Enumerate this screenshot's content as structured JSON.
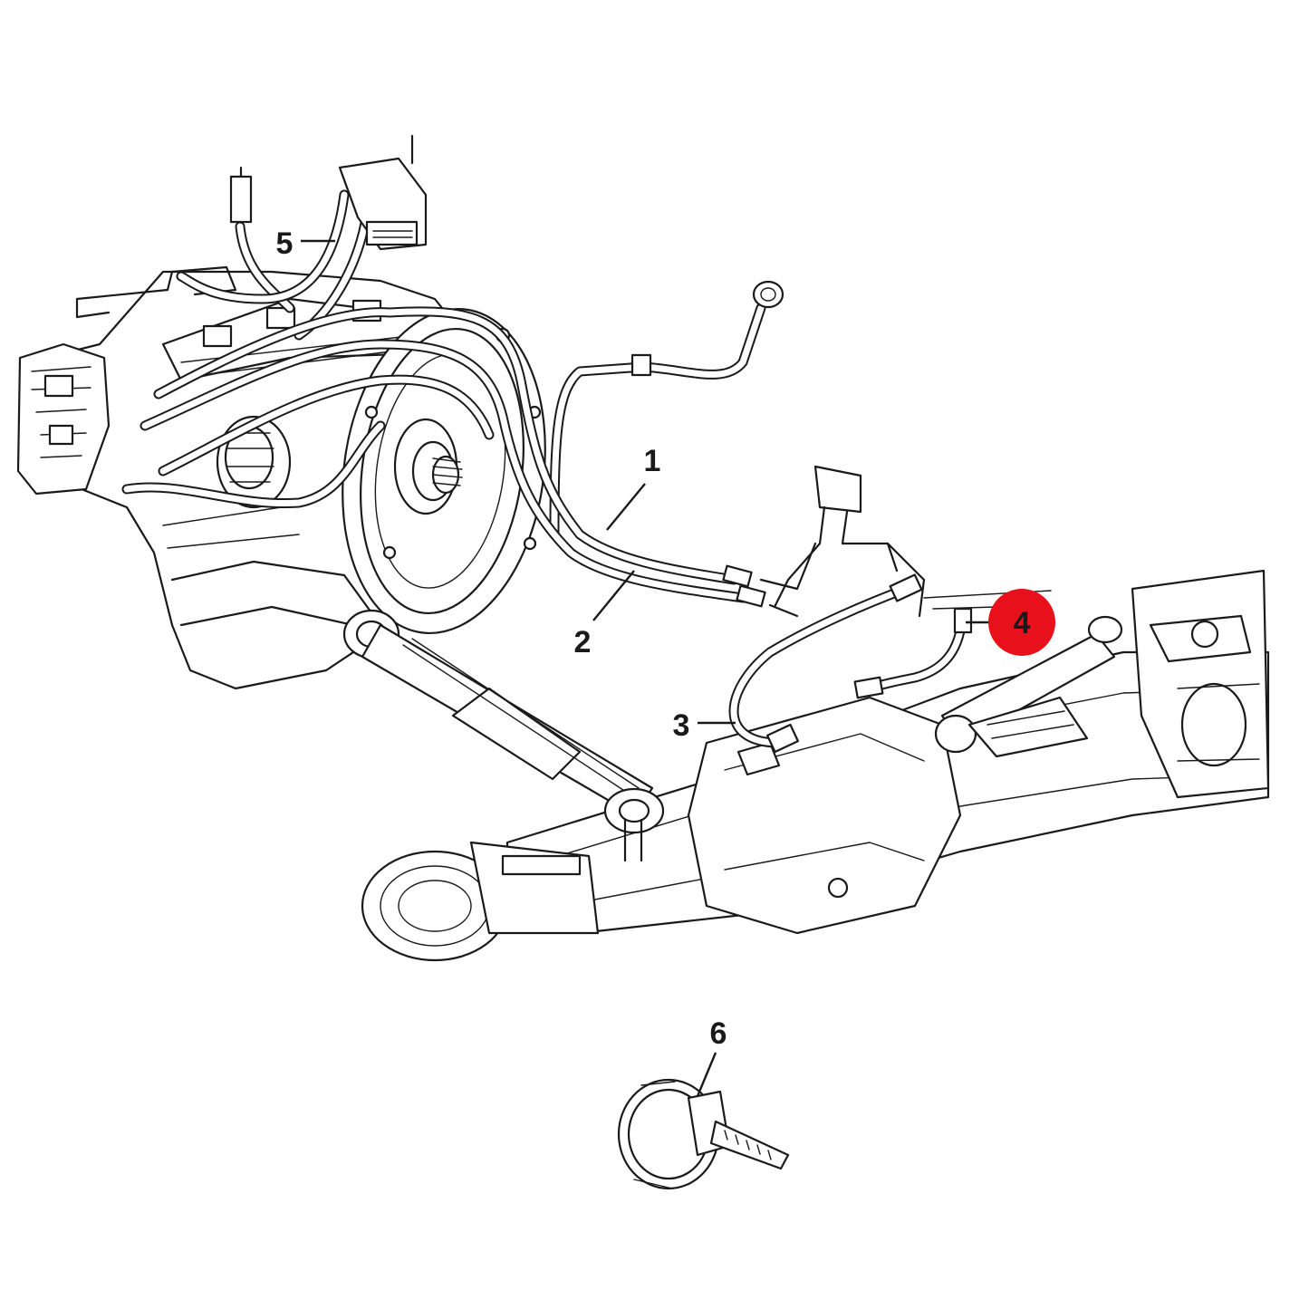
{
  "callouts": [
    {
      "id": "1",
      "label": "1"
    },
    {
      "id": "2",
      "label": "2"
    },
    {
      "id": "3",
      "label": "3"
    },
    {
      "id": "4",
      "label": "4",
      "highlighted": true
    },
    {
      "id": "5",
      "label": "5"
    },
    {
      "id": "6",
      "label": "6"
    }
  ],
  "colors": {
    "line": "#1a1a1a",
    "background": "#ffffff",
    "highlight": "#e8101a"
  },
  "icons": {
    "assembly": "transmission-and-axle-hose-assembly",
    "cable_tie": "cable-tie-icon"
  }
}
